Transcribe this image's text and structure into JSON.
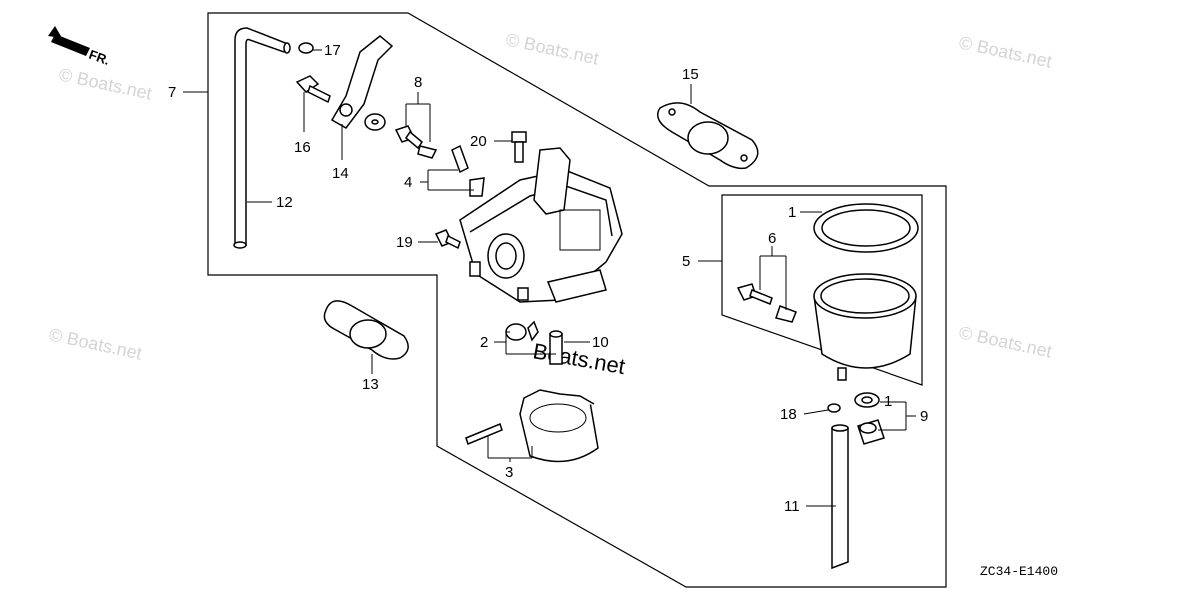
{
  "diagram": {
    "front_marker": "FR.",
    "drawing_code": "ZC34-E1400",
    "watermark": "© Boats.net",
    "watermark_center": "Boats.net",
    "callouts": {
      "c1a": "1",
      "c1b": "1",
      "c2": "2",
      "c3": "3",
      "c4": "4",
      "c5": "5",
      "c6": "6",
      "c7": "7",
      "c8": "8",
      "c9": "9",
      "c10": "10",
      "c11": "11",
      "c12": "12",
      "c13": "13",
      "c14": "14",
      "c15": "15",
      "c16": "16",
      "c17": "17",
      "c18": "18",
      "c19": "19",
      "c20": "20"
    }
  }
}
